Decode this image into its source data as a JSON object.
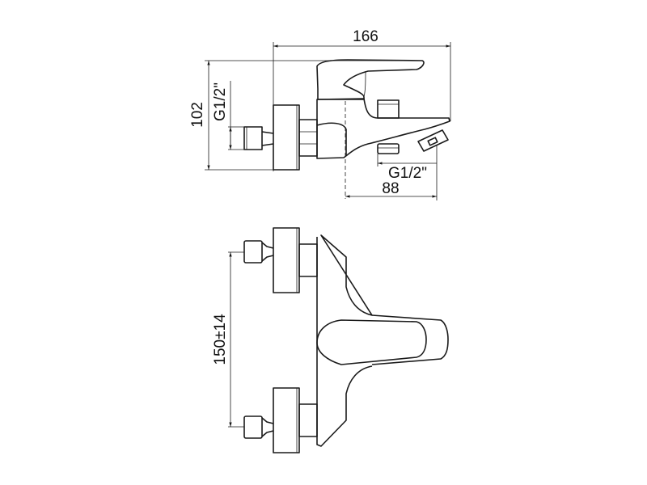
{
  "drawing": {
    "title": "Bath mixer technical drawing",
    "side_view": {
      "overall_length": "166",
      "overall_height": "102",
      "inlet_thread": "G1/2\"",
      "outlet_thread": "G1/2\"",
      "outlet_distance": "88"
    },
    "top_view": {
      "inlet_spacing": "150±14"
    },
    "line_color": "#1a1a1a"
  }
}
